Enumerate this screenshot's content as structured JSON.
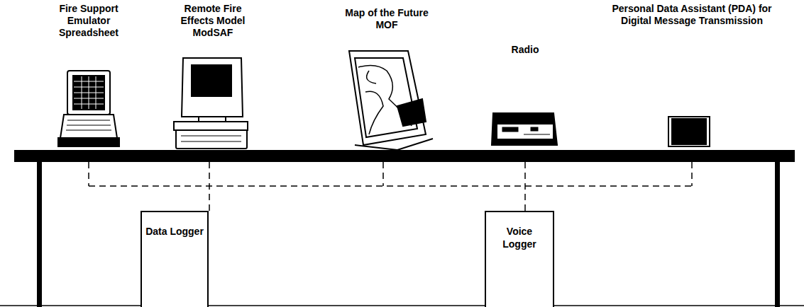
{
  "diagram": {
    "nodes": [
      {
        "text": [
          "Data Logger"
        ]
      },
      {
        "text": [
          "Voice Logger"
        ]
      }
    ],
    "labels": [
      "Fire Support Emulator Spreadsheet",
      "Remote Fire Effects Model ModSAF",
      "Map of the Future MOF",
      "Radio",
      "Personal Data Assistant (PDA) for Digital Message Transmission"
    ]
  }
}
